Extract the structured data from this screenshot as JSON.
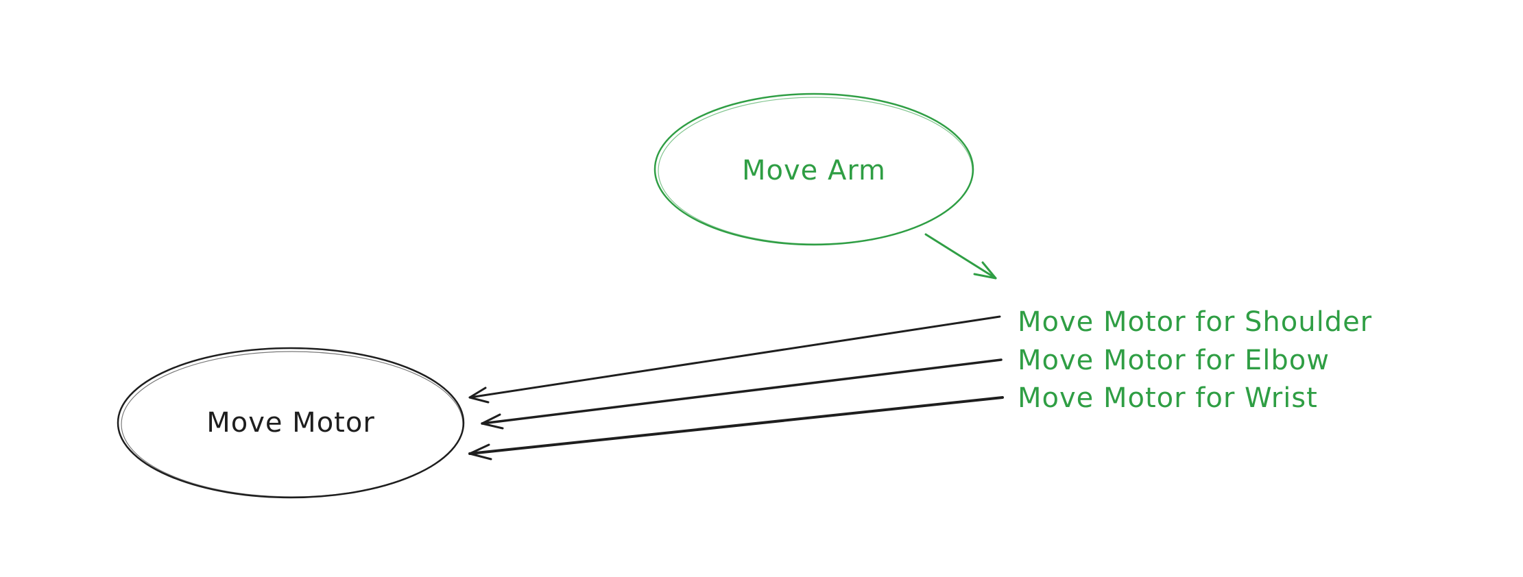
{
  "colors": {
    "background": "#ffffff",
    "green": "#2f9e44",
    "black": "#1e1e1e"
  },
  "nodes": {
    "move_arm": {
      "label": "Move Arm"
    },
    "move_motor": {
      "label": "Move Motor"
    }
  },
  "motor_calls": [
    {
      "label": "Move Motor for Shoulder"
    },
    {
      "label": "Move Motor for Elbow"
    },
    {
      "label": "Move Motor for Wrist"
    }
  ]
}
